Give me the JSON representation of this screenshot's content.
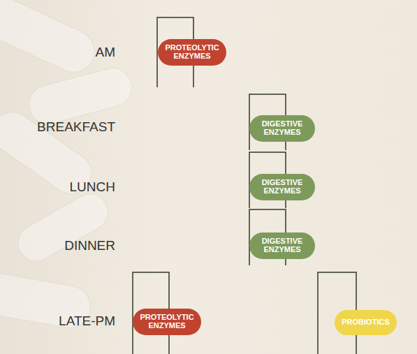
{
  "diagram": {
    "nodes": [
      {
        "text": [
          "PROTEOLYTIC ENZYMES"
        ]
      },
      {
        "text": [
          "DIGESTIVE ENZYMES"
        ]
      },
      {
        "text": [
          "DIGESTIVE ENZYMES"
        ]
      },
      {
        "text": [
          "DIGESTIVE ENZYMES"
        ]
      },
      {
        "text": [
          "PROTEOLYTIC ENZYMES"
        ]
      },
      {
        "text": [
          "PROBIOTICS"
        ]
      }
    ],
    "labels": [
      "AM",
      "BREAKFAST",
      "LUNCH",
      "DINNER",
      "LATE-PM"
    ]
  }
}
